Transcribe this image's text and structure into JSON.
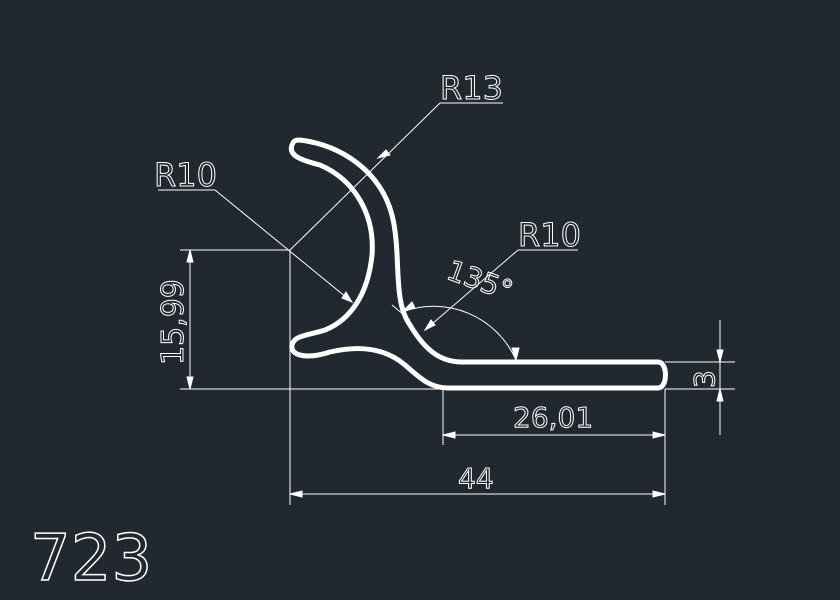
{
  "drawing": {
    "part_number": "723",
    "dimensions": {
      "radius_outer": "R13",
      "radius_inner": "R10",
      "radius_fillet": "R10",
      "angle": "135°",
      "height": "15,99",
      "thickness": "3",
      "flange_length": "26,01",
      "overall_width": "44"
    },
    "colors": {
      "background": "#212830",
      "lines": "#ffffff"
    }
  }
}
